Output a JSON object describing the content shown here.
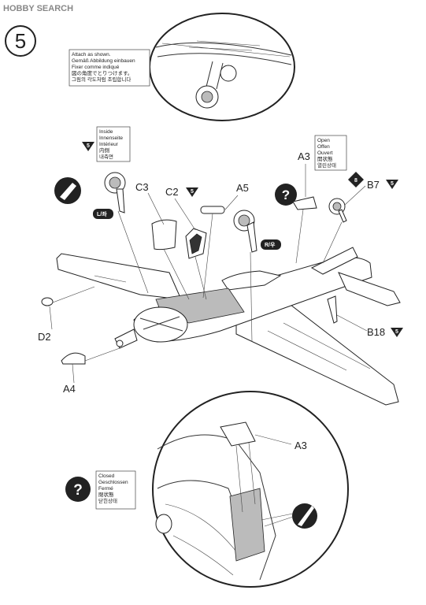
{
  "watermark": "HOBBY SEARCH",
  "step_number": "5",
  "top_note": [
    "Attach as shown.",
    "Gemäß Abbildung einbauen",
    "Fixer comme indiqué",
    "図の角度でとりつけます。",
    "그림의 각도처럼 조립합니다"
  ],
  "inside_note": [
    "Inside",
    "Innenseite",
    "Intérieur",
    "内側",
    "내측면"
  ],
  "open_note": [
    "Open",
    "Offen",
    "Ouvert",
    "開状態",
    "열린상태"
  ],
  "closed_note": [
    "Closed",
    "Geschlossen",
    "Fermé",
    "閉状態",
    "닫힌상태"
  ],
  "left_tag": "L/좌",
  "right_tag": "R/우",
  "parts": {
    "c3": "C3",
    "c2": "C2",
    "a5": "A5",
    "a3_top": "A3",
    "b7": "B7",
    "d2": "D2",
    "a4": "A4",
    "b18": "B18",
    "a3_bottom": "A3"
  },
  "badges": {
    "inside": "5",
    "c2": "5",
    "b7": "5",
    "b18": "5",
    "b7_paint": "8"
  }
}
